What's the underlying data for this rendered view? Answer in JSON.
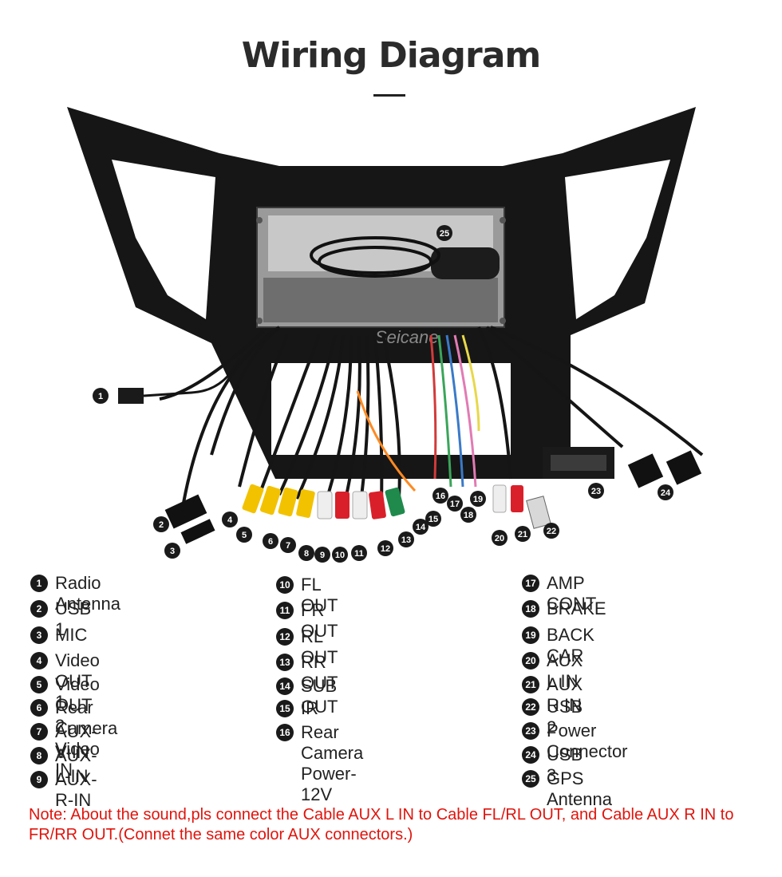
{
  "header": {
    "title": "Wiring Diagram"
  },
  "diagram": {
    "watermark": "Seicane",
    "callouts": [
      "1",
      "2",
      "3",
      "4",
      "5",
      "6",
      "7",
      "8",
      "9",
      "10",
      "11",
      "12",
      "13",
      "14",
      "15",
      "16",
      "17",
      "18",
      "19",
      "20",
      "21",
      "22",
      "23",
      "24",
      "25"
    ]
  },
  "legend": {
    "col1": [
      {
        "num": "1",
        "label": "Radio Antenna"
      },
      {
        "num": "2",
        "label": "USB 1"
      },
      {
        "num": "3",
        "label": "MIC"
      },
      {
        "num": "4",
        "label": "Video OUT 1"
      },
      {
        "num": "5",
        "label": "Video OUT 2"
      },
      {
        "num": "6",
        "label": "Rear Camera Video IN"
      },
      {
        "num": "7",
        "label": "AUX-V-IN"
      },
      {
        "num": "8",
        "label": "AUX-L-IN"
      },
      {
        "num": "9",
        "label": "AUX-R-IN"
      }
    ],
    "col2": [
      {
        "num": "10",
        "label": "FL OUT"
      },
      {
        "num": "11",
        "label": "FR OUT"
      },
      {
        "num": "12",
        "label": "RL OUT"
      },
      {
        "num": "13",
        "label": "RR OUT"
      },
      {
        "num": "14",
        "label": "SUB OUT"
      },
      {
        "num": "15",
        "label": "IR"
      },
      {
        "num": "16",
        "label": "Rear Camera\nPower-12V"
      }
    ],
    "col3": [
      {
        "num": "17",
        "label": "AMP CONT"
      },
      {
        "num": "18",
        "label": "BRAKE"
      },
      {
        "num": "19",
        "label": "BACK CAR"
      },
      {
        "num": "20",
        "label": "AUX L IN"
      },
      {
        "num": "21",
        "label": "AUX R IN"
      },
      {
        "num": "22",
        "label": "USB 2"
      },
      {
        "num": "23",
        "label": "Power Connector"
      },
      {
        "num": "24",
        "label": "USB 3"
      },
      {
        "num": "25",
        "label": "GPS Antenna"
      }
    ]
  },
  "note": "Note: About the sound,pls connect the Cable AUX L IN to Cable FL/RL OUT, and Cable AUX R IN to  FR/RR OUT.(Connet the same color AUX connectors.)",
  "colors": {
    "badge": "#1a1a1a",
    "note": "#e0140c",
    "rca_yellow": "#f2c200",
    "rca_white": "#eeeeee",
    "rca_red": "#d9202a",
    "rca_green": "#1f8a4c",
    "frame": "#161616"
  }
}
